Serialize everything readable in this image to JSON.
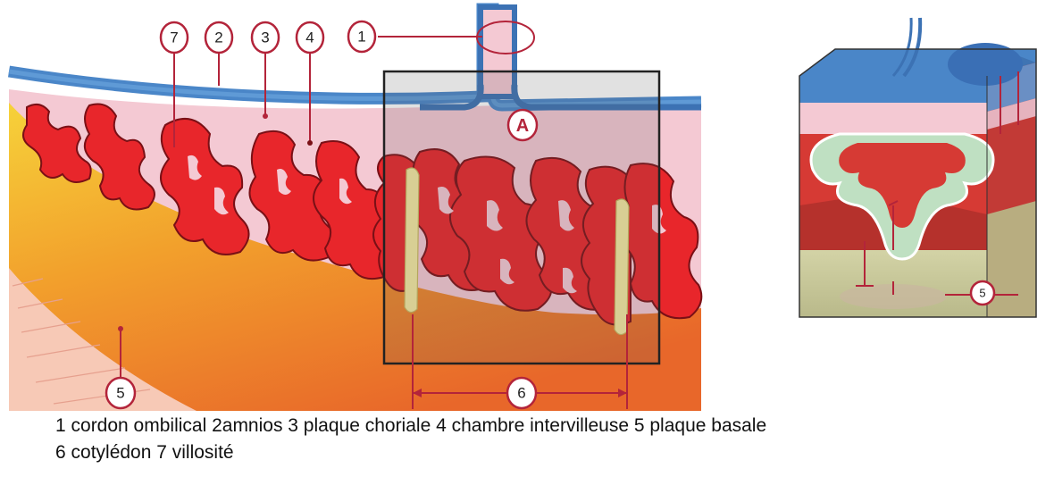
{
  "diagram": {
    "labels": {
      "n1": "1",
      "n2": "2",
      "n3": "3",
      "n4": "4",
      "n5": "5",
      "n6": "6",
      "n7": "7",
      "nA": "A",
      "n5_inset": "5"
    },
    "colors": {
      "amnion_blue": "#4a86c8",
      "chorion_pink": "#f4c9d3",
      "villi_red": "#e8262b",
      "basal_orange": "#f0a030",
      "leader_red": "#b3243a"
    }
  },
  "legend": {
    "line1": "1 cordon ombilical  2amnios 3 plaque choriale 4 chambre intervilleuse 5 plaque basale",
    "line2": "6 cotylédon 7 villosité"
  }
}
